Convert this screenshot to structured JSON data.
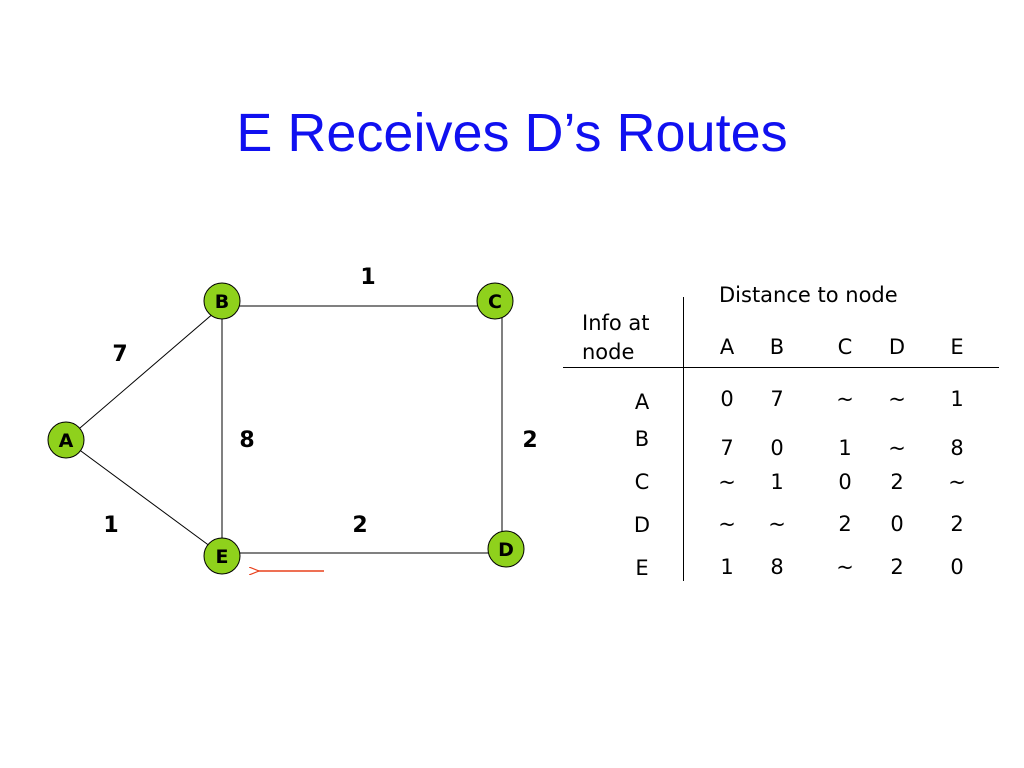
{
  "title": "E Receives D’s Routes",
  "graph": {
    "nodes": [
      {
        "id": "A",
        "label": "A",
        "color": "#8fd11c"
      },
      {
        "id": "B",
        "label": "B",
        "color": "#8fd11c"
      },
      {
        "id": "C",
        "label": "C",
        "color": "#8fd11c"
      },
      {
        "id": "D",
        "label": "D",
        "color": "#8fd11c"
      },
      {
        "id": "E",
        "label": "E",
        "color": "#8fd11c"
      }
    ],
    "edges": [
      {
        "from": "B",
        "to": "C",
        "weight": "1"
      },
      {
        "from": "A",
        "to": "B",
        "weight": "7"
      },
      {
        "from": "B",
        "to": "E",
        "weight": "8"
      },
      {
        "from": "C",
        "to": "D",
        "weight": "2"
      },
      {
        "from": "A",
        "to": "E",
        "weight": "1"
      },
      {
        "from": "E",
        "to": "D",
        "weight": "2"
      }
    ],
    "arrow": {
      "from": "D",
      "to": "E",
      "color": "#e8401c"
    }
  },
  "table": {
    "row_header_label": "Info at\nnode",
    "column_group_label": "Distance to node",
    "columns": [
      "A",
      "B",
      "C",
      "D",
      "E"
    ],
    "rows": [
      {
        "node": "A",
        "values": [
          "0",
          "7",
          "~",
          "~",
          "1"
        ]
      },
      {
        "node": "B",
        "values": [
          "7",
          "0",
          "1",
          "~",
          "8"
        ]
      },
      {
        "node": "C",
        "values": [
          "~",
          "1",
          "0",
          "2",
          "~"
        ]
      },
      {
        "node": "D",
        "values": [
          "~",
          "~",
          "2",
          "0",
          "2"
        ]
      },
      {
        "node": "E",
        "values": [
          "1",
          "8",
          "~",
          "2",
          "0"
        ]
      }
    ]
  }
}
